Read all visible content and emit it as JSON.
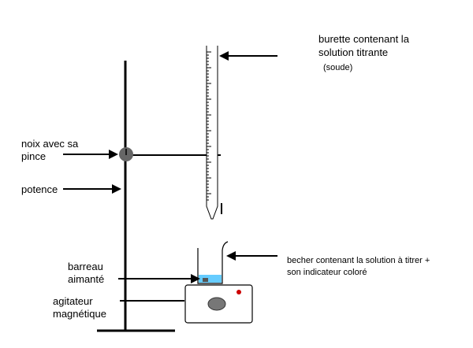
{
  "labels": {
    "burette_line1": "burette contenant la",
    "burette_line2": "solution titrante",
    "burette_line3": "(soude)",
    "noix_line1": "noix avec sa",
    "noix_line2": "pince",
    "potence": "potence",
    "barreau_line1": "barreau",
    "barreau_line2": "aimanté",
    "agitateur_line1": "agitateur",
    "agitateur_line2": "magnétique",
    "becher_line1": "becher contenant la solution à titrer +",
    "becher_line2": "son indicateur coloré"
  },
  "colors": {
    "line": "#000000",
    "clamp": "#666666",
    "liquid": "#66ccff",
    "knob": "#777777",
    "indicator_light": "#cc0000",
    "burette_body": "#ffffff",
    "stirrer_body": "#ffffff"
  }
}
